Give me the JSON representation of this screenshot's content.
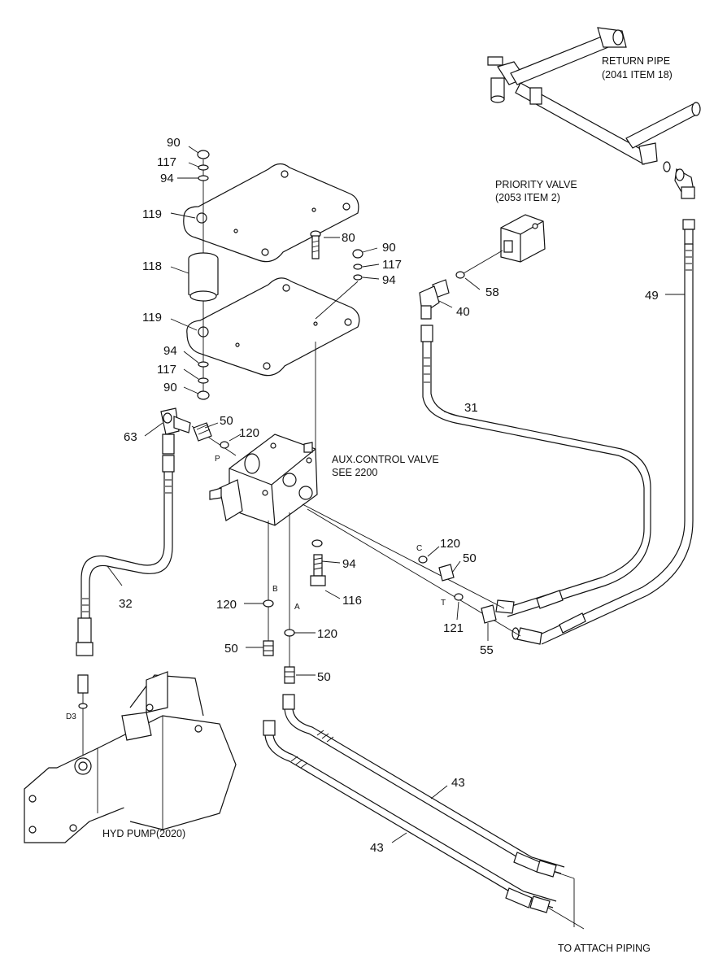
{
  "labels": {
    "return_pipe": "RETURN PIPE",
    "return_pipe_ref": "(2041 ITEM 18)",
    "priority_valve": "PRIORITY VALVE",
    "priority_valve_ref": "(2053 ITEM 2)",
    "aux_control_valve": "AUX.CONTROL VALVE",
    "aux_control_valve_ref": "SEE 2200",
    "hyd_pump": "HYD PUMP(2020)",
    "to_attach_piping": "TO ATTACH PIPING"
  },
  "ports": {
    "p": "P",
    "a": "A",
    "b": "B",
    "c": "C",
    "t": "T",
    "d3": "D3"
  },
  "callouts": {
    "nut_top": "90",
    "washer_top": "117",
    "oring_top": "94",
    "plate_upper": "119",
    "bolt_80": "80",
    "nut_right": "90",
    "washer_right": "117",
    "oring_right": "94",
    "mount_118": "118",
    "plate_lower": "119",
    "oring_bottom": "94",
    "washer_bottom": "117",
    "nut_bottom": "90",
    "elbow_40": "40",
    "oring_58": "58",
    "hose_49": "49",
    "hose_31": "31",
    "elbow_63": "63",
    "adapter_50_p": "50",
    "oring_120_p": "120",
    "hose_32": "32",
    "oring_94_valve": "94",
    "bolt_116": "116",
    "oring_120_c": "120",
    "adapter_50_c": "50",
    "oring_121": "121",
    "adapter_55": "55",
    "oring_120_b": "120",
    "adapter_50_b": "50",
    "oring_120_a": "120",
    "adapter_50_a": "50",
    "hose_43_upper": "43",
    "hose_43_lower": "43"
  }
}
